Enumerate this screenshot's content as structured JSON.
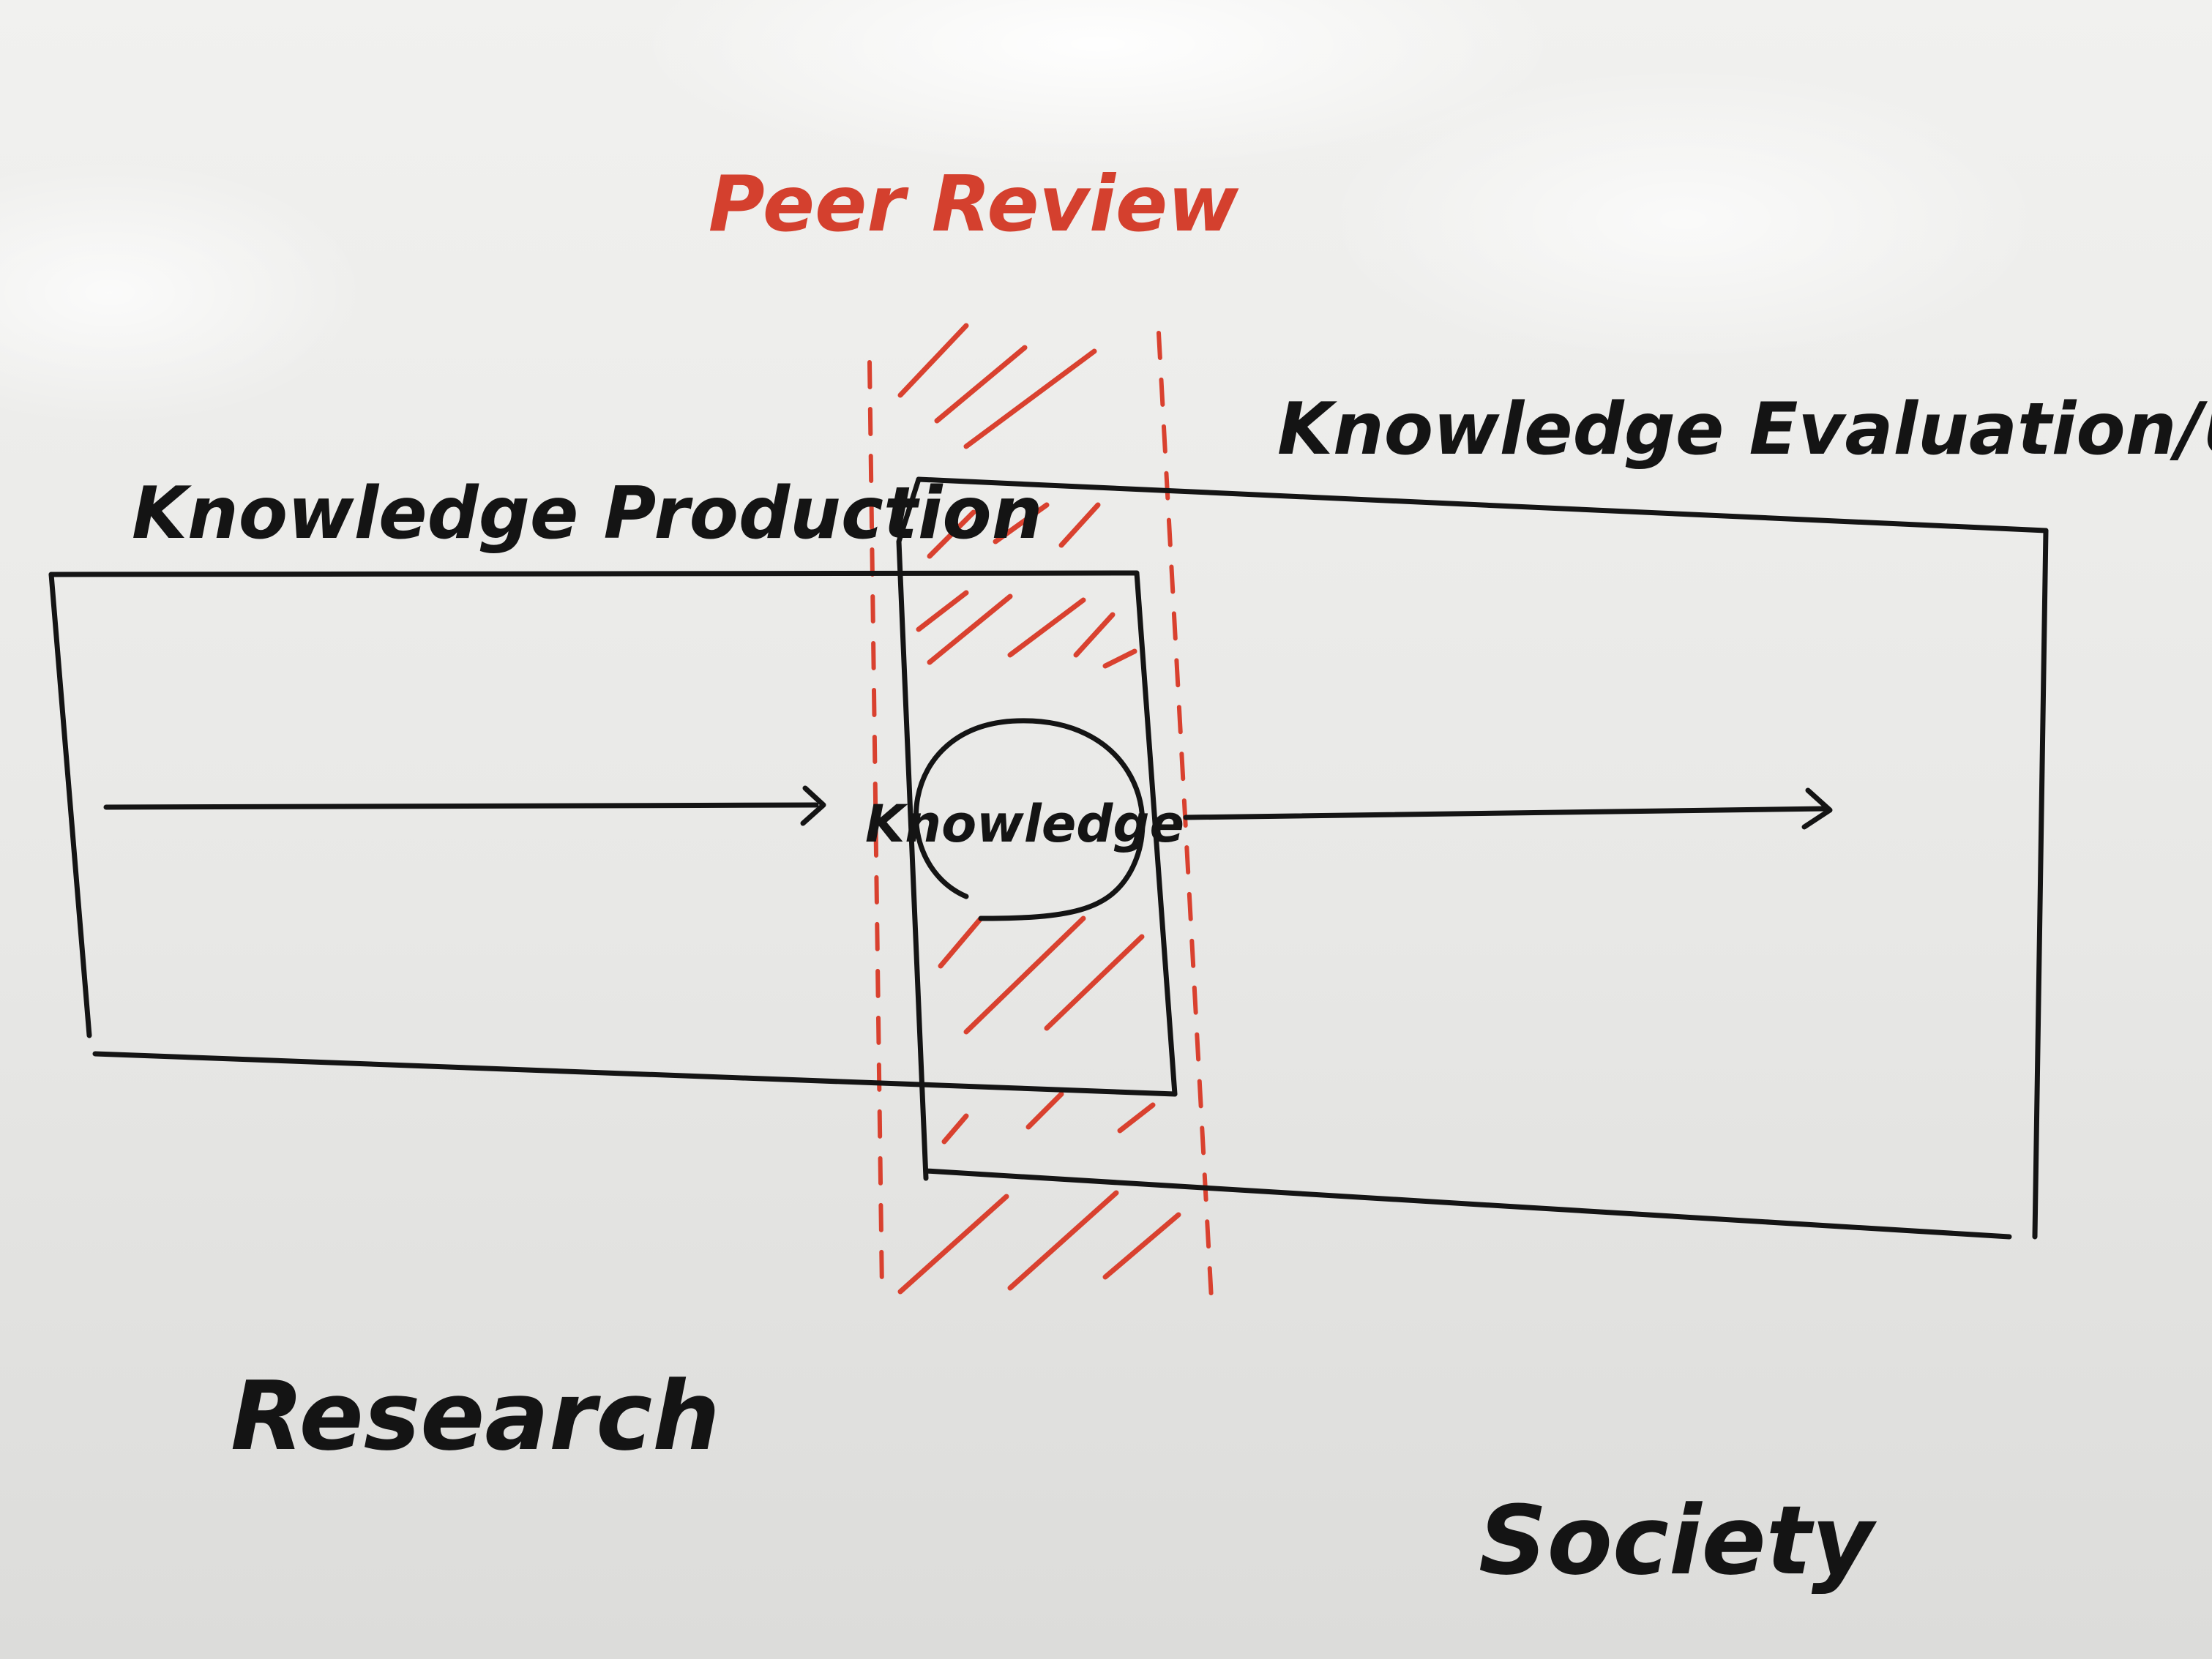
{
  "labels": {
    "peer_review": "Peer Review",
    "knowledge_production": "Knowledge Production",
    "knowledge_evaluation_use": "Knowledge Evaluation/Use",
    "knowledge": "Knowledge",
    "research": "Research",
    "society": "Society"
  },
  "colors": {
    "marker_black": "#141414",
    "marker_red": "#d9412f",
    "board": "#ecece9"
  }
}
